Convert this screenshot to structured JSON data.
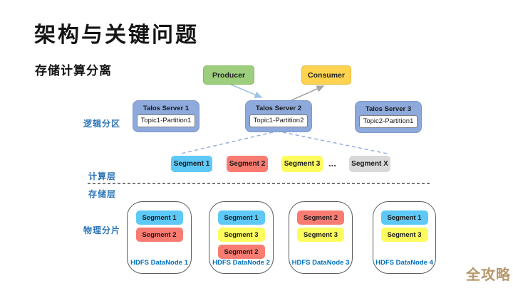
{
  "slide": {
    "title": "架构与关键问题",
    "subtitle": "存储计算分离",
    "watermark": "全攻略"
  },
  "side_labels": {
    "logical_partition": "逻辑分区",
    "compute_layer": "计算层",
    "storage_layer": "存储层",
    "physical_shard": "物理分片"
  },
  "actors": {
    "producer": "Producer",
    "consumer": "Consumer"
  },
  "servers": [
    {
      "name": "Talos Server 1",
      "partition": "Topic1-Partition1"
    },
    {
      "name": "Talos Server 2",
      "partition": "Topic1-Partition2"
    },
    {
      "name": "Talos Server 3",
      "partition": "Topic2-Partition1"
    }
  ],
  "segments_row": {
    "items": [
      {
        "label": "Segment 1",
        "color": "#5EC9F6"
      },
      {
        "label": "Segment 2",
        "color": "#F97C72"
      },
      {
        "label": "Segment 3",
        "color": "#FCFC5E"
      },
      {
        "label": "Segment X",
        "color": "#D9D9D9"
      }
    ],
    "ellipsis": "..."
  },
  "datanodes": [
    {
      "name": "HDFS DataNode 1",
      "segments": [
        {
          "label": "Segment 1",
          "color": "#5EC9F6"
        },
        {
          "label": "Segment 2",
          "color": "#F97C72"
        }
      ]
    },
    {
      "name": "HDFS DataNode 2",
      "segments": [
        {
          "label": "Segment 1",
          "color": "#5EC9F6"
        },
        {
          "label": "Segment 3",
          "color": "#FCFC5E"
        },
        {
          "label": "Segment 2",
          "color": "#F97C72"
        }
      ]
    },
    {
      "name": "HDFS DataNode 3",
      "segments": [
        {
          "label": "Segment 2",
          "color": "#F97C72"
        },
        {
          "label": "Segment 3",
          "color": "#FCFC5E"
        }
      ]
    },
    {
      "name": "HDFS DataNode 4",
      "segments": [
        {
          "label": "Segment 1",
          "color": "#5EC9F6"
        },
        {
          "label": "Segment 3",
          "color": "#FCFC5E"
        }
      ]
    }
  ],
  "colors": {
    "producer_fill": "#9CCE7D",
    "consumer_fill": "#FFD34F",
    "server_fill": "#8EA9DB",
    "side_label_blue": "#2E75B6",
    "datanode_label_blue": "#0070C0",
    "arrow_blue": "#9DC3E6",
    "arrow_gray": "#A6A6A6",
    "dashed_connector_blue": "#8FA9DC",
    "watermark_gold": "#B5986B"
  }
}
